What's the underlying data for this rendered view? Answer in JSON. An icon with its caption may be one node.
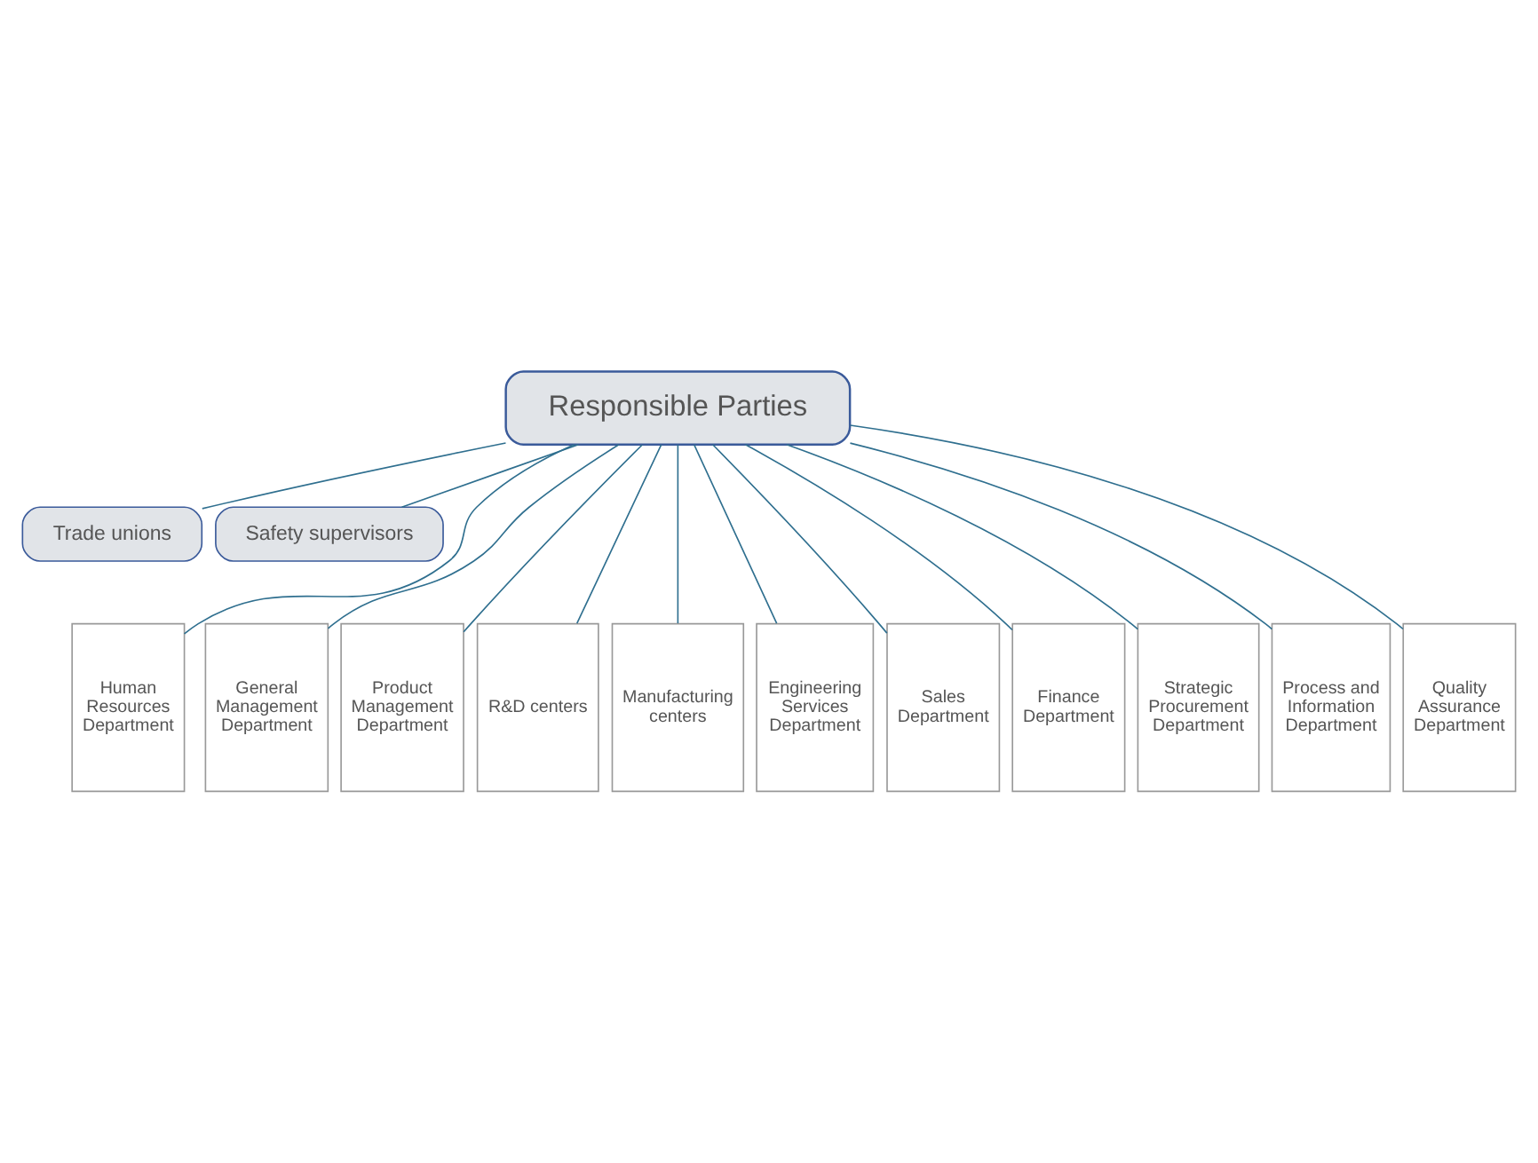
{
  "diagram": {
    "nodes": [
      {
        "text": [
          "Responsible Parties"
        ]
      },
      {
        "text": [
          "Trade unions"
        ]
      },
      {
        "text": [
          "Safety supervisors"
        ]
      },
      {
        "text": [
          "Human Resources Department"
        ]
      },
      {
        "text": [
          "General Management Department"
        ]
      },
      {
        "text": [
          "Product Management Department"
        ]
      },
      {
        "text": [
          "R&D centers"
        ]
      },
      {
        "text": [
          "Manufacturing centers"
        ]
      },
      {
        "text": [
          "Engineering Services Department"
        ]
      },
      {
        "text": [
          "Sales Department"
        ]
      },
      {
        "text": [
          "Finance Department"
        ]
      },
      {
        "text": [
          "Strategic Procurement Department"
        ]
      },
      {
        "text": [
          "Process and Information Department"
        ]
      },
      {
        "text": [
          "Quality Assurance Department"
        ]
      }
    ],
    "edges": [
      {
        "from": 0,
        "to": 1,
        "arrow": "none"
      },
      {
        "from": 0,
        "to": 2,
        "arrow": "none"
      },
      {
        "from": 0,
        "to": 3,
        "arrow": "none"
      },
      {
        "from": 0,
        "to": 4,
        "arrow": "none"
      },
      {
        "from": 0,
        "to": 5,
        "arrow": "none"
      },
      {
        "from": 0,
        "to": 6,
        "arrow": "none"
      },
      {
        "from": 0,
        "to": 7,
        "arrow": "none"
      },
      {
        "from": 0,
        "to": 8,
        "arrow": "none"
      },
      {
        "from": 0,
        "to": 9,
        "arrow": "none"
      },
      {
        "from": 0,
        "to": 10,
        "arrow": "none"
      },
      {
        "from": 0,
        "to": 11,
        "arrow": "none"
      },
      {
        "from": 0,
        "to": 12,
        "arrow": "none"
      },
      {
        "from": 0,
        "to": 13,
        "arrow": "none"
      }
    ]
  }
}
